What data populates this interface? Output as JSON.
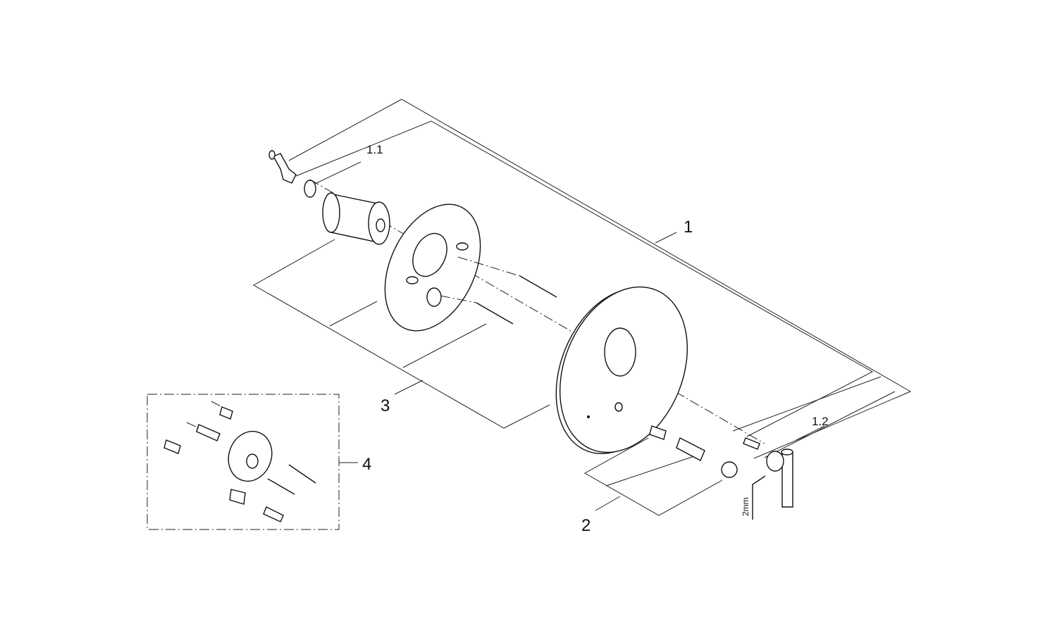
{
  "diagram": {
    "labels": {
      "part_1": "1",
      "part_1_1": "1.1",
      "part_1_2": "1.2",
      "part_2": "2",
      "part_3": "3",
      "part_4": "4",
      "tool_size": "2mm"
    },
    "colors": {
      "line": "#222222",
      "background": "#ffffff"
    }
  }
}
